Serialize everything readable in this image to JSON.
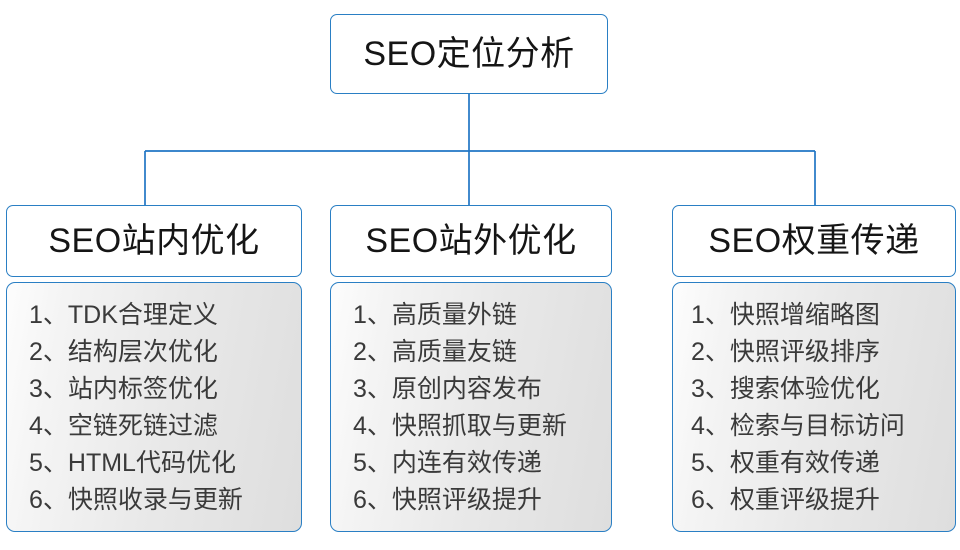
{
  "diagram": {
    "root": {
      "title": "SEO定位分析"
    },
    "connector_color": "#2076c4",
    "border_color": "#2a7fc4",
    "text_color": "#151515",
    "item_text_color": "#3a3a3a",
    "columns": [
      {
        "header": "SEO站内优化",
        "items": [
          {
            "index": "1、",
            "label": "TDK合理定义"
          },
          {
            "index": "2、",
            "label": "结构层次优化"
          },
          {
            "index": "3、",
            "label": "站内标签优化"
          },
          {
            "index": "4、",
            "label": "空链死链过滤"
          },
          {
            "index": "5、",
            "label": "HTML代码优化"
          },
          {
            "index": "6、",
            "label": "快照收录与更新"
          }
        ]
      },
      {
        "header": "SEO站外优化",
        "items": [
          {
            "index": "1、",
            "label": "高质量外链"
          },
          {
            "index": "2、",
            "label": "高质量友链"
          },
          {
            "index": "3、",
            "label": "原创内容发布"
          },
          {
            "index": "4、",
            "label": "快照抓取与更新"
          },
          {
            "index": "5、",
            "label": "内连有效传递"
          },
          {
            "index": "6、",
            "label": "快照评级提升"
          }
        ]
      },
      {
        "header": "SEO权重传递",
        "items": [
          {
            "index": "1、",
            "label": "快照增缩略图"
          },
          {
            "index": "2、",
            "label": "快照评级排序"
          },
          {
            "index": "3、",
            "label": "搜索体验优化"
          },
          {
            "index": "4、",
            "label": "检索与目标访问"
          },
          {
            "index": "5、",
            "label": "权重有效传递"
          },
          {
            "index": "6、",
            "label": "权重评级提升"
          }
        ]
      }
    ]
  }
}
